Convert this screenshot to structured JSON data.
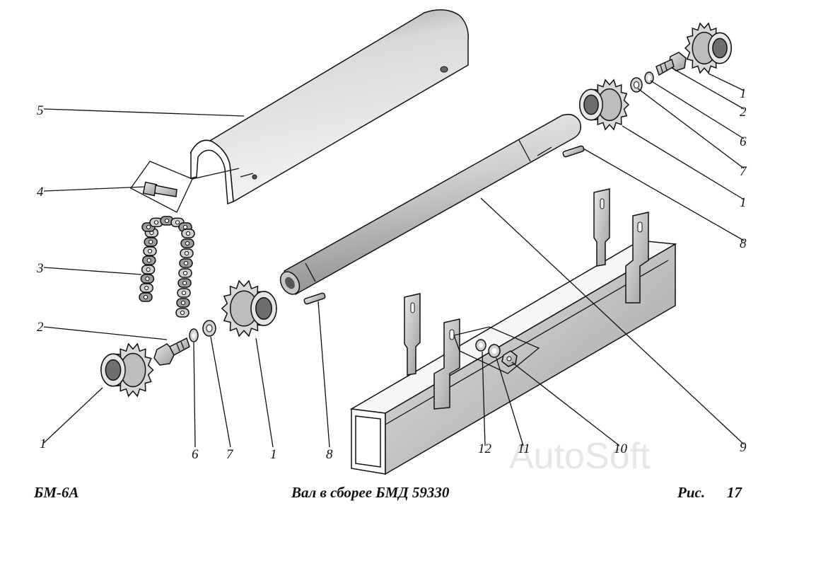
{
  "caption": {
    "model": "БМ-6А",
    "title": "Вал в сборее  БМД 59330",
    "figure_label": "Рис.",
    "figure_number": "17"
  },
  "watermark": "AutoSoft",
  "callouts": [
    {
      "id": "c1a",
      "label": "1"
    },
    {
      "id": "c2a",
      "label": "2"
    },
    {
      "id": "c6a",
      "label": "6"
    },
    {
      "id": "c7a",
      "label": "7"
    },
    {
      "id": "c1b",
      "label": "1"
    },
    {
      "id": "c8a",
      "label": "8"
    },
    {
      "id": "c5",
      "label": "5"
    },
    {
      "id": "c4",
      "label": "4"
    },
    {
      "id": "c3",
      "label": "3"
    },
    {
      "id": "c2b",
      "label": "2"
    },
    {
      "id": "c1c",
      "label": "1"
    },
    {
      "id": "c6b",
      "label": "6"
    },
    {
      "id": "c7b",
      "label": "7"
    },
    {
      "id": "c1d",
      "label": "1"
    },
    {
      "id": "c8b",
      "label": "8"
    },
    {
      "id": "c12",
      "label": "12"
    },
    {
      "id": "c11",
      "label": "11"
    },
    {
      "id": "c10",
      "label": "10"
    },
    {
      "id": "c9",
      "label": "9"
    }
  ]
}
